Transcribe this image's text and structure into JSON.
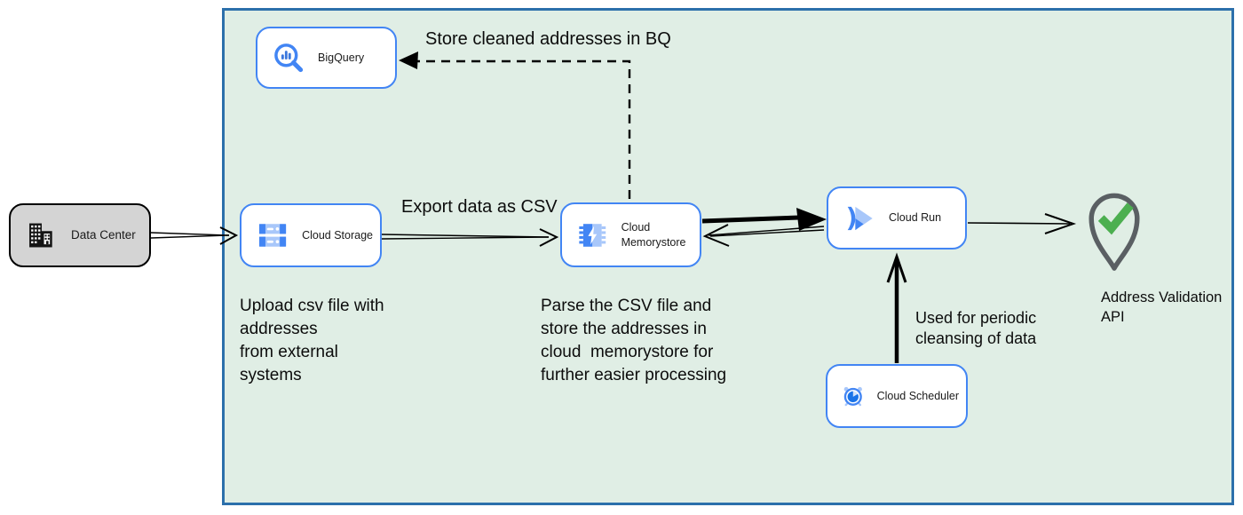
{
  "nodes": {
    "data_center": {
      "label": "Data Center"
    },
    "bigquery": {
      "label": "BigQuery"
    },
    "cloud_storage": {
      "label": "Cloud Storage"
    },
    "cloud_memorystore": {
      "label": "Cloud Memorystore"
    },
    "cloud_run": {
      "label": "Cloud Run"
    },
    "cloud_scheduler": {
      "label": "Cloud Scheduler"
    },
    "address_validation_api": {
      "label": "Address Validation\nAPI"
    }
  },
  "edge_labels": {
    "store_bq": "Store cleaned addresses in BQ",
    "export_csv": "Export data as CSV",
    "periodic_cleansing": "Used for periodic\ncleansing of data"
  },
  "annotations": {
    "upload_csv": "Upload csv file with\naddresses\nfrom external\nsystems",
    "parse_csv": "Parse the CSV file and\nstore the addresses in\ncloud  memorystore for\nfurther easier processing"
  },
  "icons": {
    "data_center": "building-icon",
    "bigquery": "magnifier-chart-icon",
    "cloud_storage": "storage-buckets-icon",
    "cloud_memorystore": "memory-chip-bolt-icon",
    "cloud_run": "run-chevrons-icon",
    "cloud_scheduler": "alarm-clock-icon",
    "address_validation_api": "location-pin-check-icon"
  },
  "colors": {
    "boundary_fill": "#e0eee5",
    "boundary_border": "#2c70ab",
    "node_border": "#4285f4",
    "node_fill": "#ffffff",
    "data_center_fill": "#d4d4d4",
    "data_center_border": "#000000",
    "icon_blue": "#4285f4",
    "icon_blue_light": "#a8c7fa",
    "icon_blue_dark": "#1a73e8",
    "check_green": "#4caf50",
    "pin_outline": "#5a5f63",
    "arrow": "#000000"
  }
}
